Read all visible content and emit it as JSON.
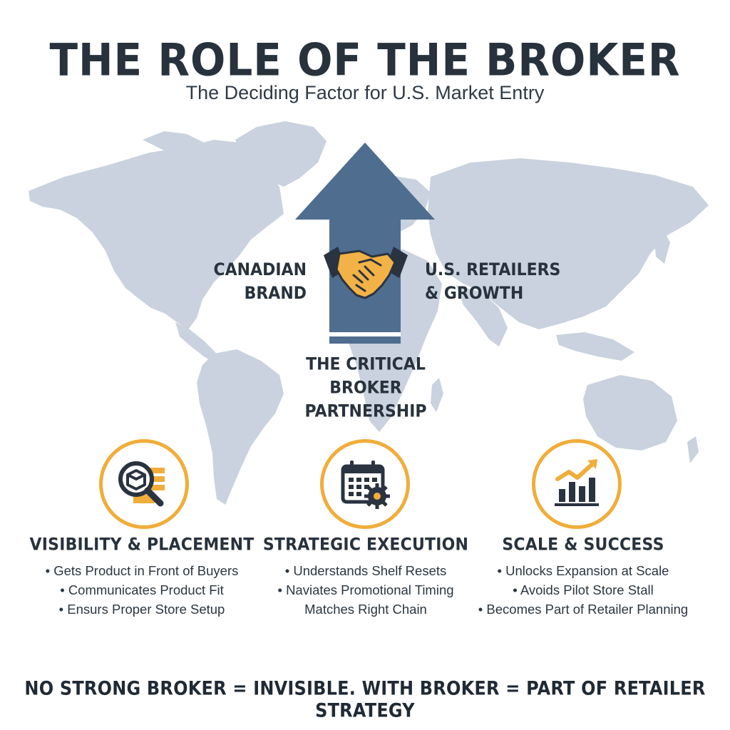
{
  "header": {
    "title": "THE ROLE OF THE BROKER",
    "subtitle": "The Deciding Factor for U.S. Market Entry"
  },
  "diagram": {
    "left_label": "CANADIAN BRAND",
    "right_label_line1": "U.S. RETAILERS",
    "right_label_line2": "& GROWTH",
    "bottom_label_line1": "THE CRITICAL BROKER",
    "bottom_label_line2": "PARTNERSHIP",
    "arrow_icon": "up-arrow-icon",
    "center_icon": "handshake-icon"
  },
  "columns": [
    {
      "icon": "magnifier-product-icon",
      "title": "VISIBILITY & PLACEMENT",
      "items": [
        "• Gets Product in Front of Buyers",
        "• Communicates Product Fit",
        "• Ensurs Proper Store Setup"
      ]
    },
    {
      "icon": "calendar-gear-icon",
      "title": "STRATEGIC EXECUTION",
      "items": [
        "• Understands Shelf Resets",
        "• Naviates Promotional Timing",
        "Matches Right Chain"
      ]
    },
    {
      "icon": "growth-chart-icon",
      "title": "SCALE & SUCCESS",
      "items": [
        "• Unlocks Expansion at Scale",
        "• Avoids Pilot Store Stall",
        "• Becomes Part of Retailer Planning"
      ]
    }
  ],
  "footer": {
    "text": "NO STRONG BROKER = INVISIBLE. WITH BROKER = PART OF RETAILER STRATEGY"
  },
  "colors": {
    "map": "#c8d1dd",
    "arrow": "#4f6d8f",
    "accent": "#f0ad3a",
    "text": "#27323d"
  }
}
